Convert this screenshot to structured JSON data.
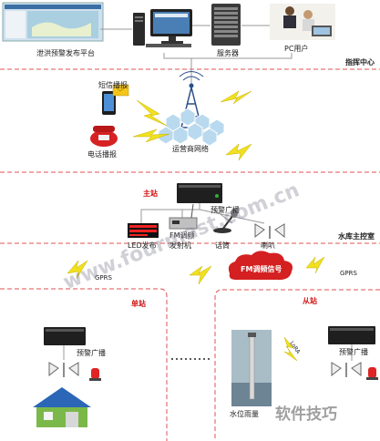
{
  "sections": {
    "command_center": "指挥中心",
    "reservoir_control": "水库主控室"
  },
  "top": {
    "platform": "泄洪预警发布平台",
    "server": "服务器",
    "pc_user": "PC用户"
  },
  "network": {
    "sms": "短信播报",
    "phone": "电话播报",
    "operator": "运营商网络"
  },
  "main_station": {
    "title": "主站",
    "broadcast": "预警广播",
    "led": "LED发布",
    "fm1": "FM调频",
    "fm2": "发射机",
    "mic": "话筒",
    "speaker": "喇叭"
  },
  "bottom": {
    "gprs_left": "GPRS",
    "gprs_right": "GPRS",
    "fm_signal": "FM调频信号",
    "single_station": "单站",
    "slave_station": "从站",
    "broadcast_left": "预警广播",
    "broadcast_right": "预警广播",
    "water_gauge": "水位雨量",
    "lora": "LoRA"
  },
  "watermarks": {
    "site": "www.fourmast.com.cn",
    "tips": "软件技巧"
  },
  "colors": {
    "dash_red": "#e05050",
    "bolt_yellow": "#f0e020",
    "cloud_red": "#d42020",
    "title_red": "#d01010"
  }
}
